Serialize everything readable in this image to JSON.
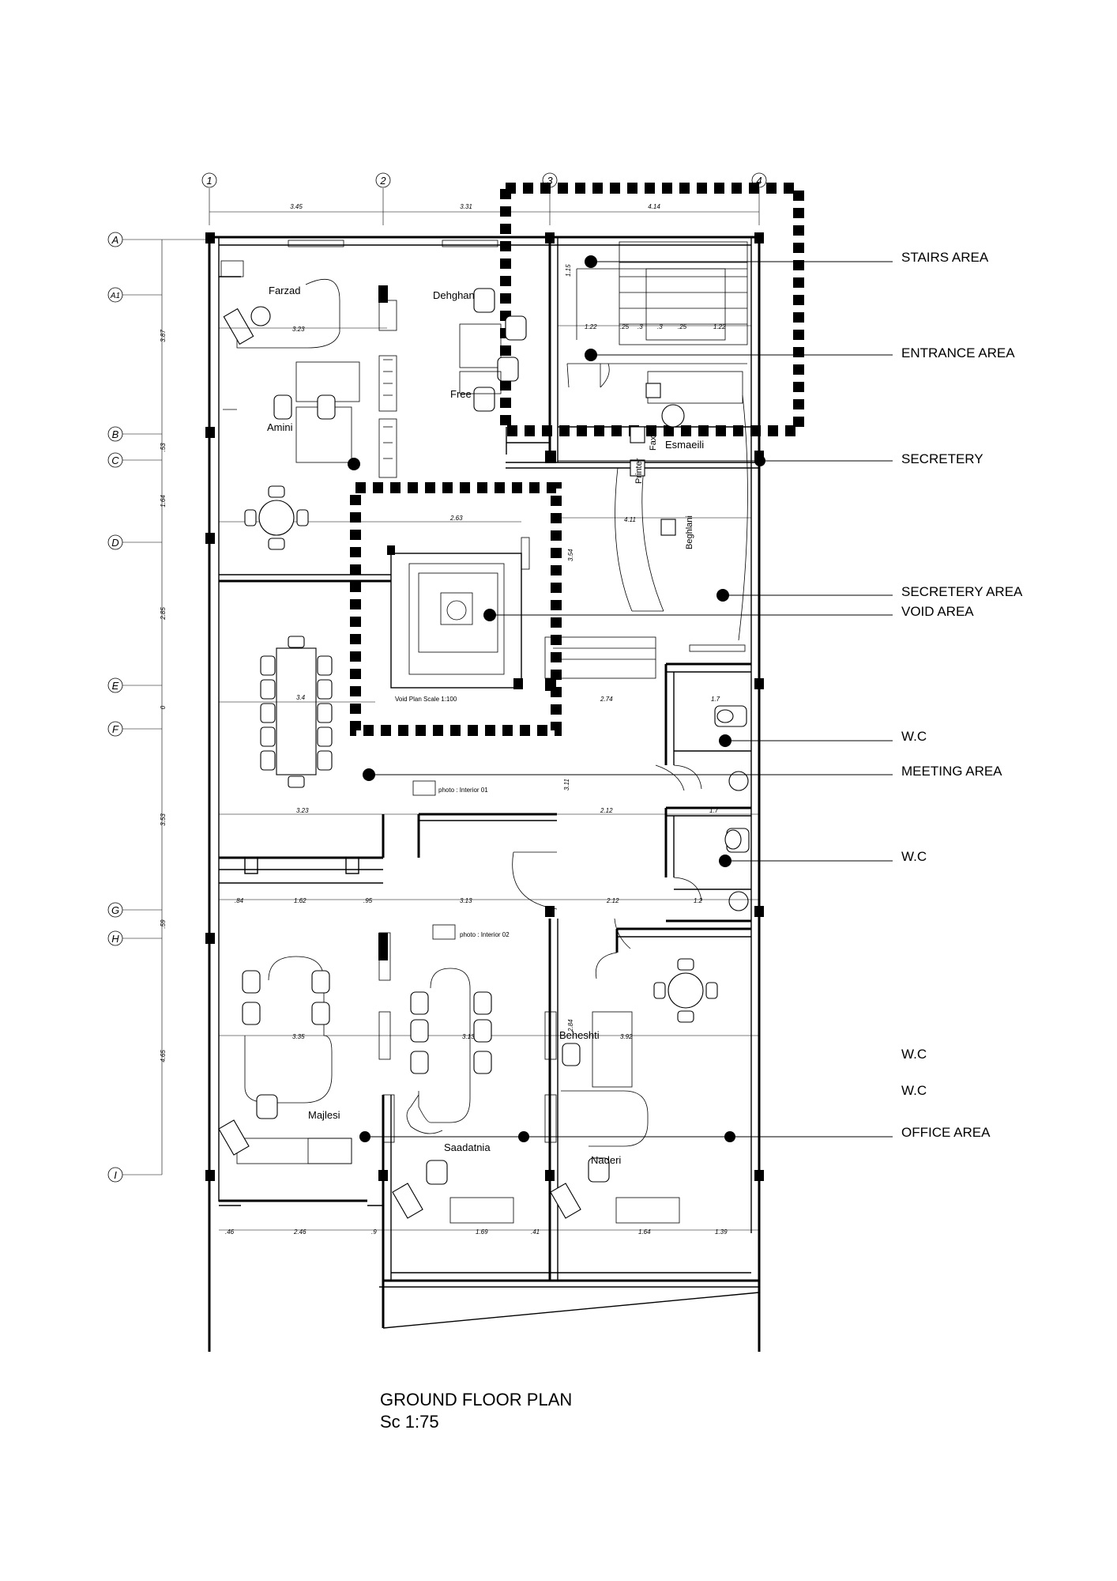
{
  "title": "GROUND FLOOR PLAN",
  "scale": "Sc 1:75",
  "grid_axes": {
    "vertical": [
      "1",
      "2",
      "3",
      "4"
    ],
    "horizontal": [
      "A",
      "A1",
      "B",
      "C",
      "D",
      "E",
      "F",
      "G",
      "H",
      "I"
    ]
  },
  "area_labels": [
    "STAIRS AREA",
    "ENTRANCE AREA",
    "SECRETERY",
    "SECRETERY AREA",
    "VOID AREA",
    "W.C",
    "MEETING  AREA",
    "W.C",
    "W.C",
    "W.C",
    "OFFICE AREA"
  ],
  "room_names": [
    "Farzad",
    "Dehghan",
    "Free",
    "Amini",
    "Esmaeili",
    "Beghlani",
    "Majlesi",
    "Saadatnia",
    "Naderi",
    "Beheshti"
  ],
  "annotations": {
    "void_plan": "Void Plan Scale 1:100",
    "photo_1": "photo : Interior 01",
    "photo_2": "photo : Interior 02",
    "printer": "Printer",
    "fax": "Fax"
  },
  "dimensions": {
    "top": [
      "3.45",
      "3.31",
      "4.14"
    ],
    "left": [
      "3.87",
      ".53",
      "1.64",
      "2.85",
      "0",
      "3.53",
      ".59",
      "4.65"
    ],
    "interior": [
      "3.23",
      "2.63",
      "4.11",
      "2.74",
      "1.7",
      "3.4",
      "3.23",
      "2.12",
      "1.7",
      ".84",
      "1.62",
      ".95",
      "3.13",
      "2.12",
      "1.2",
      "3.35",
      "3.13",
      "3.92",
      ".46",
      "2.46",
      ".9",
      "1.69",
      ".41",
      "1.64",
      "1.39",
      "1.22",
      ".25",
      ".3",
      ".3",
      ".25",
      "1.22",
      "1.15",
      "3.54",
      "3.11",
      "2.84"
    ]
  },
  "colors": {
    "ink": "#000000",
    "paper": "#ffffff"
  }
}
